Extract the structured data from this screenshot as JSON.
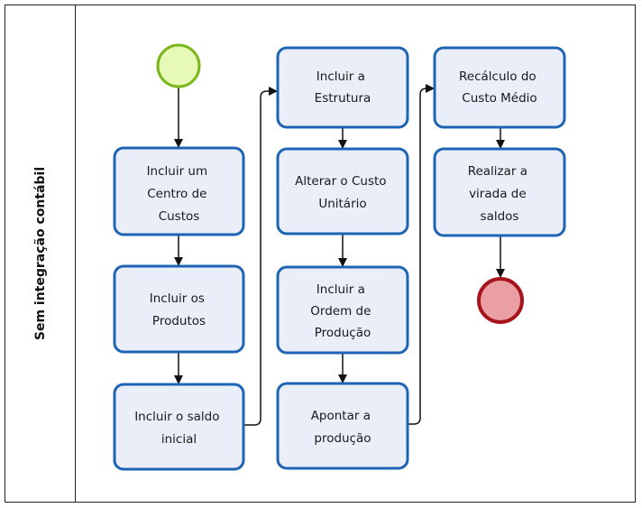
{
  "lane": {
    "title": "Sem integração contábil"
  },
  "colors": {
    "task_fill": "#e9eef9",
    "task_stroke": "#1e64b4",
    "start_fill": "#e6f9b6",
    "start_stroke": "#79b71b",
    "end_fill": "#ea9fa4",
    "end_stroke": "#a8141c"
  },
  "events": {
    "start": {
      "kind": "start-event"
    },
    "end": {
      "kind": "end-event"
    }
  },
  "tasks": [
    {
      "lines": [
        "Incluir um",
        "Centro de",
        "Custos"
      ]
    },
    {
      "lines": [
        "Incluir os",
        "Produtos"
      ]
    },
    {
      "lines": [
        "Incluir o saldo",
        "inicial"
      ]
    },
    {
      "lines": [
        "Incluir a",
        "Estrutura"
      ]
    },
    {
      "lines": [
        "Alterar o Custo",
        "Unitário"
      ]
    },
    {
      "lines": [
        "Incluir a",
        "Ordem de",
        "Produção"
      ]
    },
    {
      "lines": [
        "Apontar a",
        "produção"
      ]
    },
    {
      "lines": [
        "Recálculo do",
        "Custo Médio"
      ]
    },
    {
      "lines": [
        "Realizar a",
        "virada de",
        "saldos"
      ]
    }
  ]
}
